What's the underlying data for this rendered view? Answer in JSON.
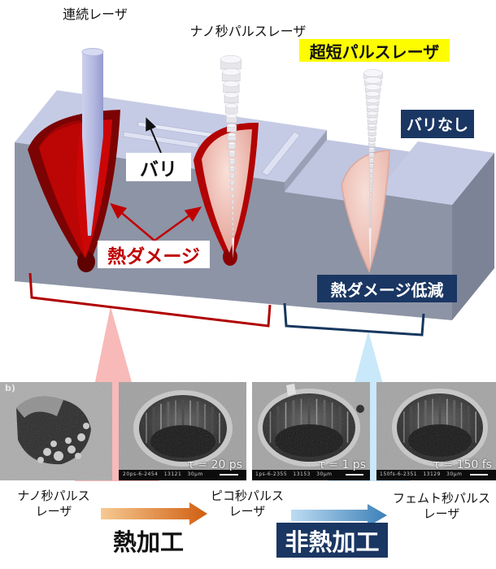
{
  "illustration": {
    "laser_titles": {
      "cw": "連続レーザ",
      "ns": "ナノ秒パルスレーザ",
      "usp": "超短パルスレーザ"
    },
    "annotations": {
      "burr": "バリ",
      "no_burr": "バリなし",
      "heat_damage": "熱ダメージ",
      "heat_damage_reduction": "熱ダメージ低減"
    }
  },
  "sem": {
    "images": [
      {
        "corner": "b)",
        "tau": "",
        "scalebar": ""
      },
      {
        "corner": "",
        "tau": "τ = 20 ps",
        "scalebar": "20ps-6-2454   13121   30μm"
      },
      {
        "corner": "",
        "tau": "τ = 1 ps",
        "scalebar": "1ps-6-2355   13153   30μm"
      },
      {
        "corner": "",
        "tau": "τ = 150 fs",
        "scalebar": "150fs-6-2351   13129   30μm"
      }
    ]
  },
  "timeline": {
    "ns_line1": "ナノ秒パルス",
    "ns_line2": "レーザ",
    "ps_line1": "ピコ秒パルス",
    "ps_line2": "レーザ",
    "fs_line1": "フェムト秒パルス",
    "fs_line2": "レーザ",
    "thermal": "熱加工",
    "nonthermal": "非熱加工"
  },
  "colors": {
    "highlight_yellow": "#fdfd00",
    "navy": "#1a3662",
    "damage_red": "#c00000",
    "thermal_arrow_orange": "#d05e10",
    "nonthermal_arrow_blue": "#3c80b8"
  }
}
